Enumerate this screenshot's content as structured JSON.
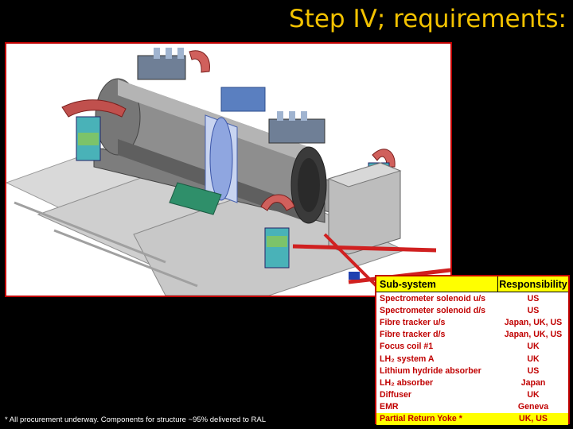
{
  "slide": {
    "title": "Step IV; requirements:",
    "footnote": "*  All procurement underway.  Components for structure ~95% delivered to RAL"
  },
  "table": {
    "headers": {
      "subsystem": "Sub-system",
      "responsibility": "Responsibility"
    },
    "rows": [
      {
        "subsystem": "Spectrometer solenoid u/s",
        "responsibility": "US",
        "highlight": false
      },
      {
        "subsystem": "Spectrometer solenoid d/s",
        "responsibility": "US",
        "highlight": false
      },
      {
        "subsystem": "Fibre tracker u/s",
        "responsibility": "Japan, UK, US",
        "highlight": false
      },
      {
        "subsystem": "Fibre tracker d/s",
        "responsibility": "Japan, UK, US",
        "highlight": false
      },
      {
        "subsystem": "Focus coil #1",
        "responsibility": "UK",
        "highlight": false
      },
      {
        "subsystem": "LH₂ system A",
        "responsibility": "UK",
        "highlight": false
      },
      {
        "subsystem": "Lithium hydride absorber",
        "responsibility": "US",
        "highlight": false
      },
      {
        "subsystem": "LH₂ absorber",
        "responsibility": "Japan",
        "highlight": false
      },
      {
        "subsystem": "Diffuser",
        "responsibility": "UK",
        "highlight": false
      },
      {
        "subsystem": "EMR",
        "responsibility": "Geneva",
        "highlight": false
      },
      {
        "subsystem": "Partial Return Yoke *",
        "responsibility": "UK, US",
        "highlight": true
      }
    ]
  },
  "colors": {
    "title": "#f2c200",
    "frame_border": "#c00000",
    "table_text": "#c00000",
    "header_bg": "#ffff00"
  }
}
